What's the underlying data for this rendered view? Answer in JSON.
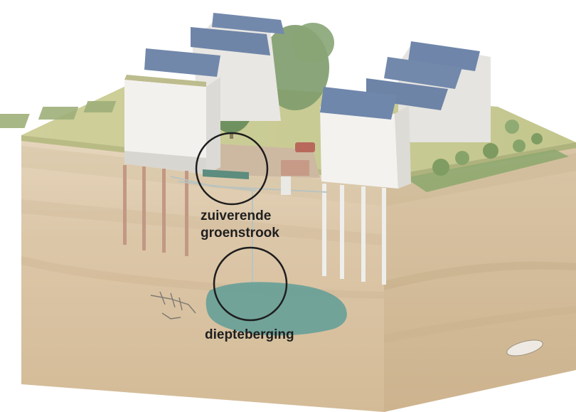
{
  "labels": {
    "purifying_strip_line1": "zuiverende",
    "purifying_strip_line2": "groenstrook",
    "deep_storage": "diepteberging"
  },
  "colors": {
    "soil_top": "#e2d1b7",
    "soil_mid": "#d9c3a4",
    "soil_deep": "#d8c09d",
    "grass": "#c9c98f",
    "water": "#5f9e98",
    "house_wall": "#f1f0ee",
    "solar_panel": "#6f88ad",
    "pile": "#c59b86",
    "pile_light": "#ececea",
    "marker_circle": "#1e1e1e"
  },
  "icons": {
    "houses": "house-with-solar-panels",
    "trees": "tree",
    "markers": "circle-highlight",
    "fish": "fish-fossil"
  }
}
